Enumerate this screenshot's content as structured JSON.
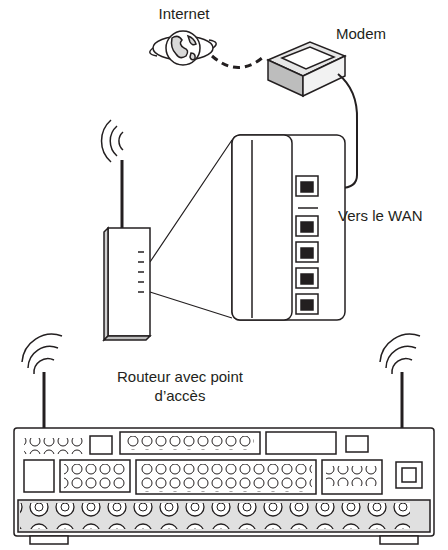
{
  "diagram": {
    "labels": [
      "Internet",
      "Modem",
      "Vers le WAN",
      "Routeur avec point d’accès"
    ]
  }
}
